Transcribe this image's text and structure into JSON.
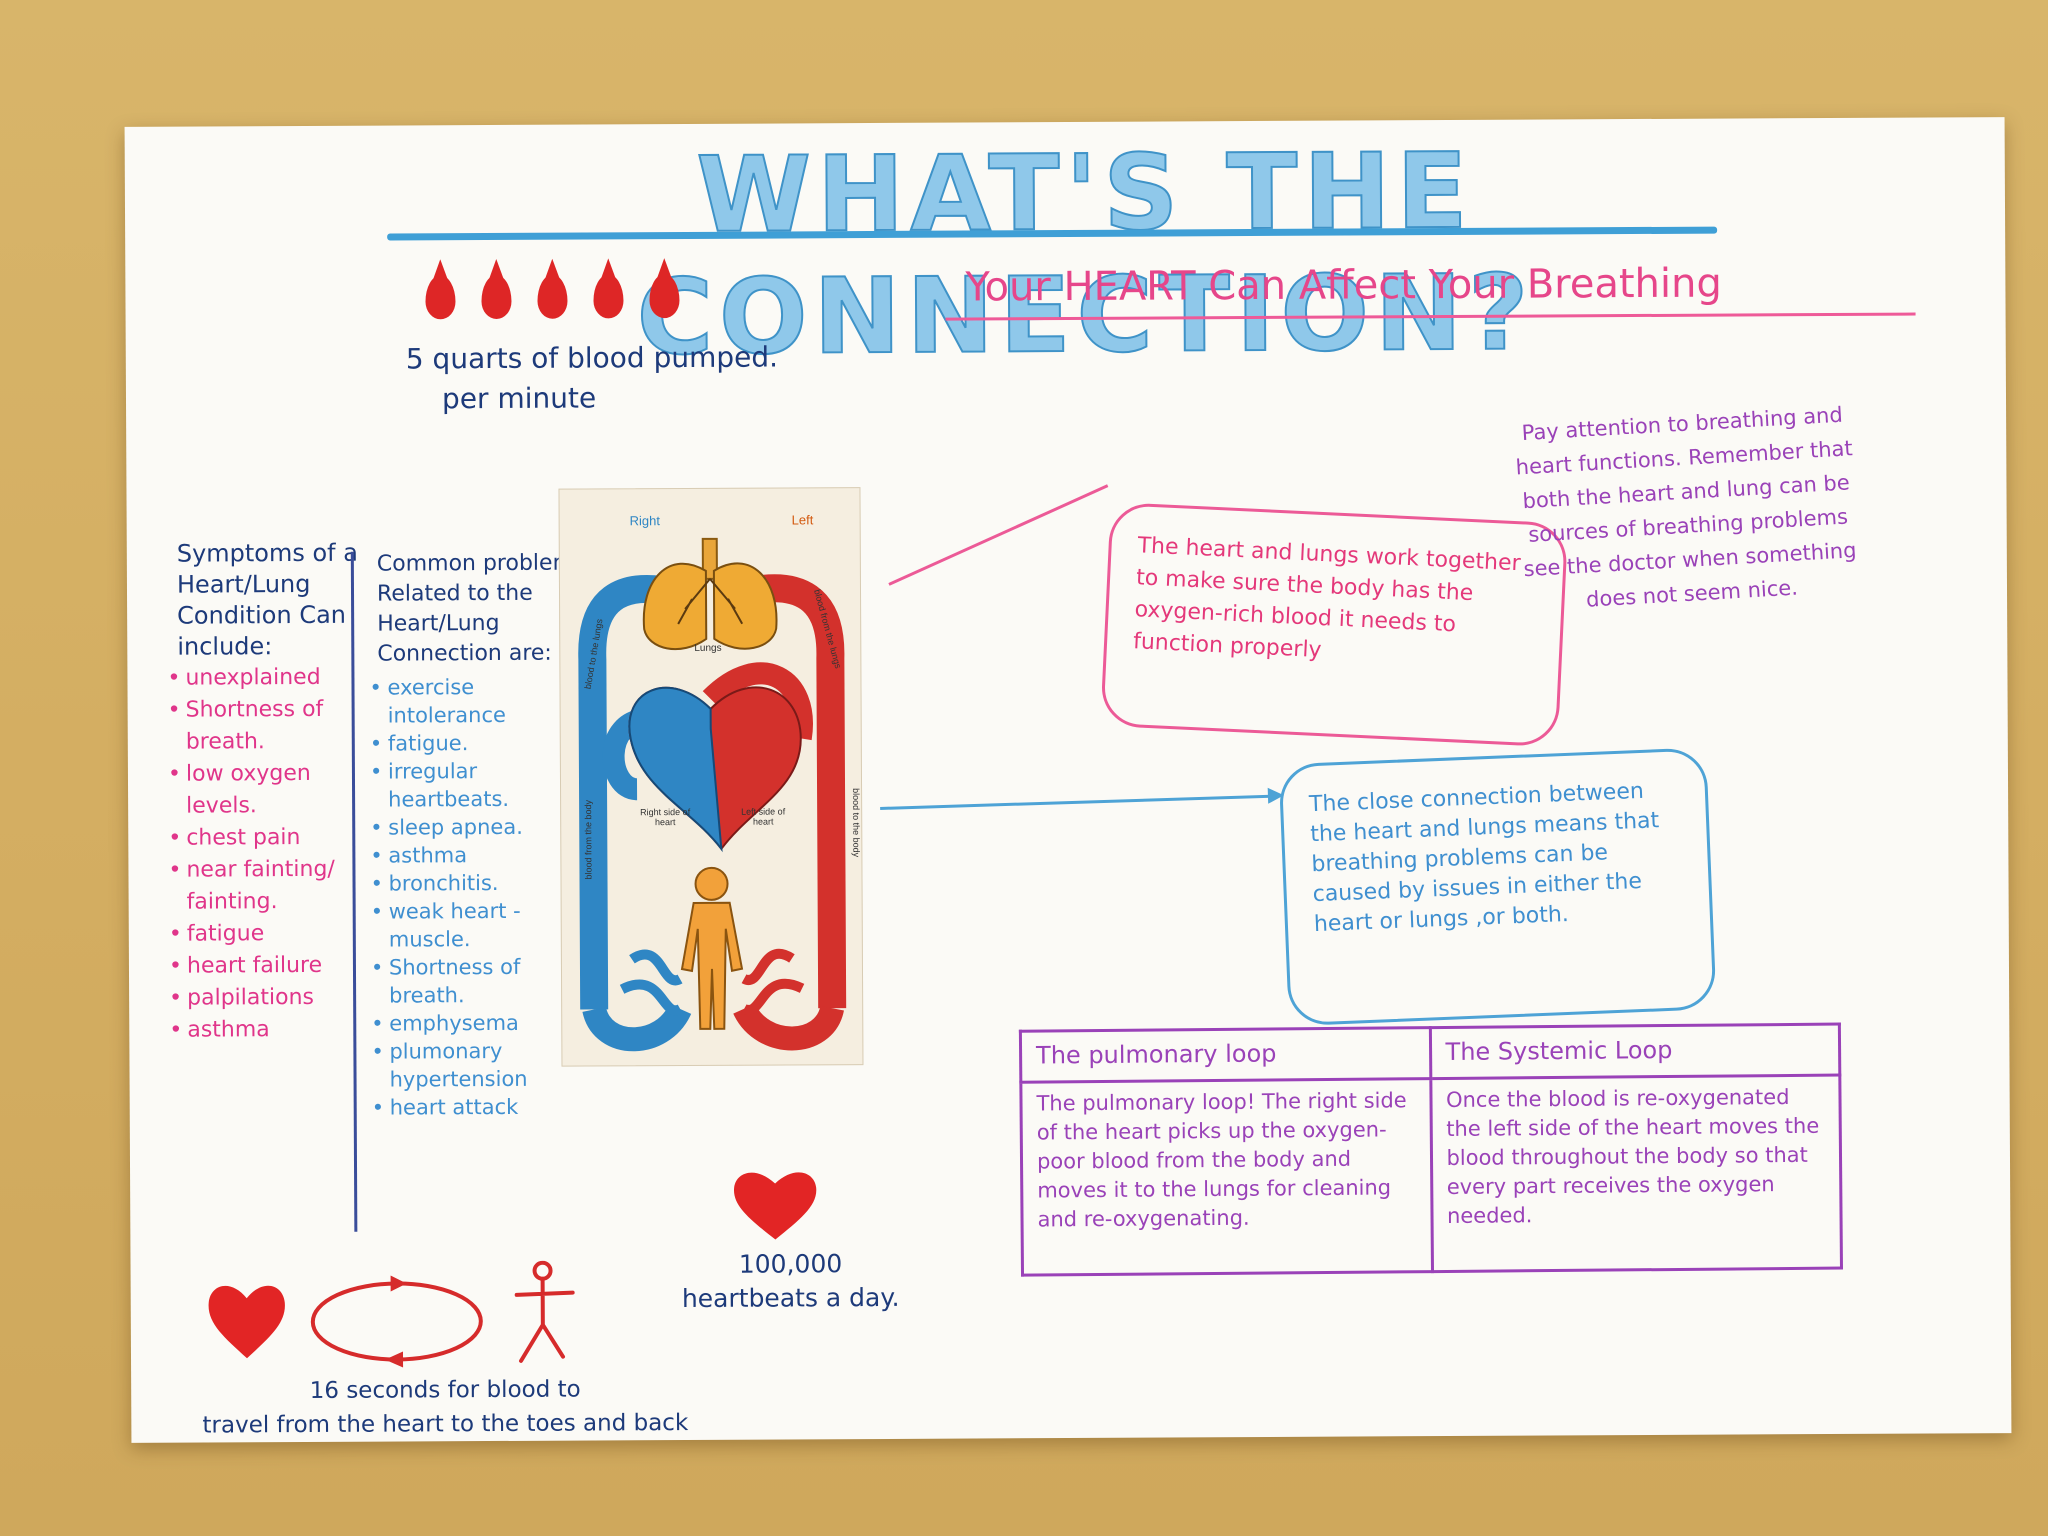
{
  "poster": {
    "title": "WHAT'S THE CONNECTION?",
    "subtitle": "Your HEART Can Affect Your Breathing",
    "blood_fact": {
      "line1": "5 quarts of blood pumped.",
      "line2": "per minute"
    },
    "symptoms": {
      "heading": "Symptoms of a Heart/Lung Condition Can include:",
      "items": [
        "unexplained",
        "Shortness of breath.",
        "low oxygen levels.",
        "chest pain",
        "near fainting/ fainting.",
        "fatigue",
        "heart failure",
        "palpilations",
        "asthma"
      ]
    },
    "common_problems": {
      "heading": "Common problems Related to the Heart/Lung Connection are:",
      "items": [
        "exercise intolerance",
        "fatigue.",
        "irregular heartbeats.",
        "sleep apnea.",
        "asthma",
        "bronchitis.",
        "weak heart -muscle.",
        "Shortness of breath.",
        "emphysema",
        "plumonary hypertension",
        "heart attack"
      ]
    },
    "diagram": {
      "right": "Right",
      "left": "Left",
      "lungs": "Lungs",
      "blood_to_lungs": "blood to the lungs",
      "blood_from_lungs": "blood from the lungs",
      "blood_from_body": "blood from the body",
      "blood_to_body": "blood to the body",
      "right_side": "Right side of heart",
      "left_side": "Left side of heart"
    },
    "pink_note": "The heart and lungs work together to make sure the body has the oxygen-rich blood it needs to function properly",
    "blue_note": "The close connection between the heart and lungs means that breathing problems can be caused by issues in either the heart or lungs ,or both.",
    "side_note": "Pay attention to breathing and heart functions. Remember that both the heart and lung can be sources of breathing problems see the doctor when something does not seem nice.",
    "loops": {
      "pulmonary_title": "The pulmonary loop",
      "pulmonary_text": "The pulmonary loop! The right side of the heart picks up the oxygen-poor blood from the body and moves it to the lungs for cleaning and re-oxygenating.",
      "systemic_title": "The Systemic Loop",
      "systemic_text": "Once the blood is re-oxygenated the left side of the heart moves the blood throughout the body so that every part receives the oxygen needed."
    },
    "heartbeats": "100,000 heartbeats a day.",
    "travel": {
      "line1": "16 seconds for blood to",
      "line2": "travel from the heart to the toes and back"
    },
    "colors": {
      "title_blue": "#3f93c8",
      "pink": "#e0358a",
      "navy": "#1d3a7a",
      "purple": "#9a42b8",
      "blood_red": "#de2626"
    }
  }
}
